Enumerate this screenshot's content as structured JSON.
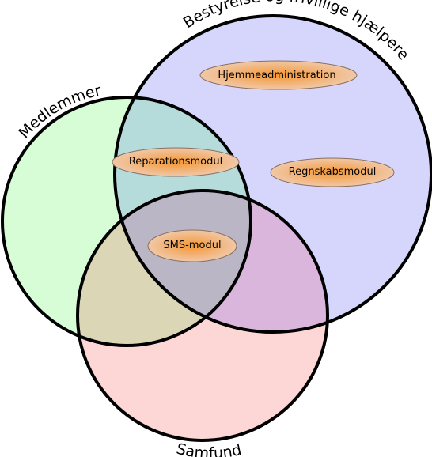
{
  "sets": {
    "board": {
      "label": "Bestyrelse og frivillige hjælpere",
      "color": "#d6d6fc"
    },
    "members": {
      "label": "Medlemmer",
      "color": "#d7fdd7"
    },
    "community": {
      "label": "Samfund",
      "color": "#fdd6d6"
    }
  },
  "overlap_colors": {
    "board_members": "#b6dbdb",
    "board_community": "#dab6dc",
    "members_community": "#dbd7b6",
    "all": "#bbb6c6"
  },
  "modules": {
    "home_admin": "Hjemmeadministration",
    "repair": "Reparationsmodul",
    "accounting": "Regnskabsmodul",
    "sms": "SMS-modul"
  },
  "module_style": {
    "center_color": "#f59633",
    "edge_color": "#f0c8a8",
    "stroke_color": "#8a7060"
  }
}
